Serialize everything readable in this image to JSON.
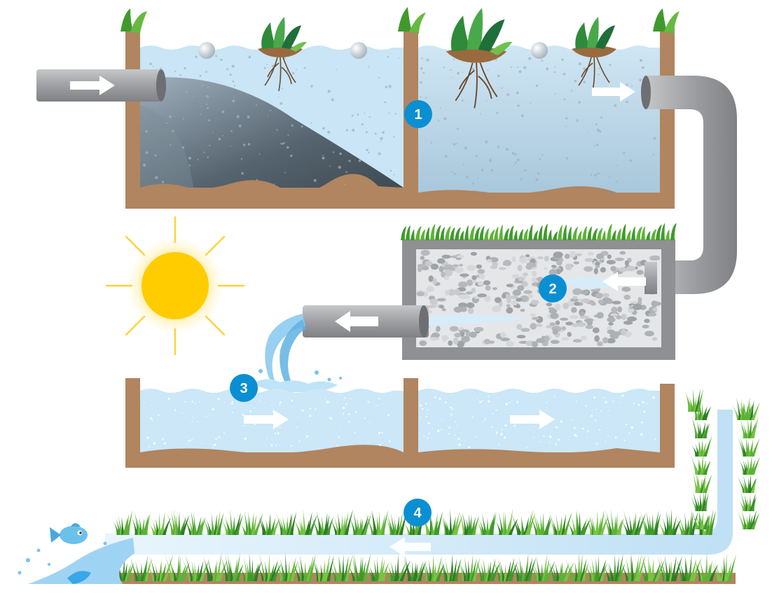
{
  "markers": [
    {
      "id": "marker-1",
      "label": "1"
    },
    {
      "id": "marker-2",
      "label": "2"
    },
    {
      "id": "marker-3",
      "label": "3"
    },
    {
      "id": "marker-4",
      "label": "4"
    }
  ],
  "colors": {
    "soil": "#b08560",
    "water_light": "#cbe7f8",
    "water_dark": "#4d5b66",
    "pipe": "#a8aaac",
    "gravel_box": "#8e9093",
    "marker": "#0b8fd3",
    "sun": "#ffcc00",
    "grass": "#3f9a2c"
  },
  "icons": [
    "sun-icon",
    "fish-icon",
    "plant-icon",
    "flow-arrow-icon",
    "water-splash-icon"
  ]
}
